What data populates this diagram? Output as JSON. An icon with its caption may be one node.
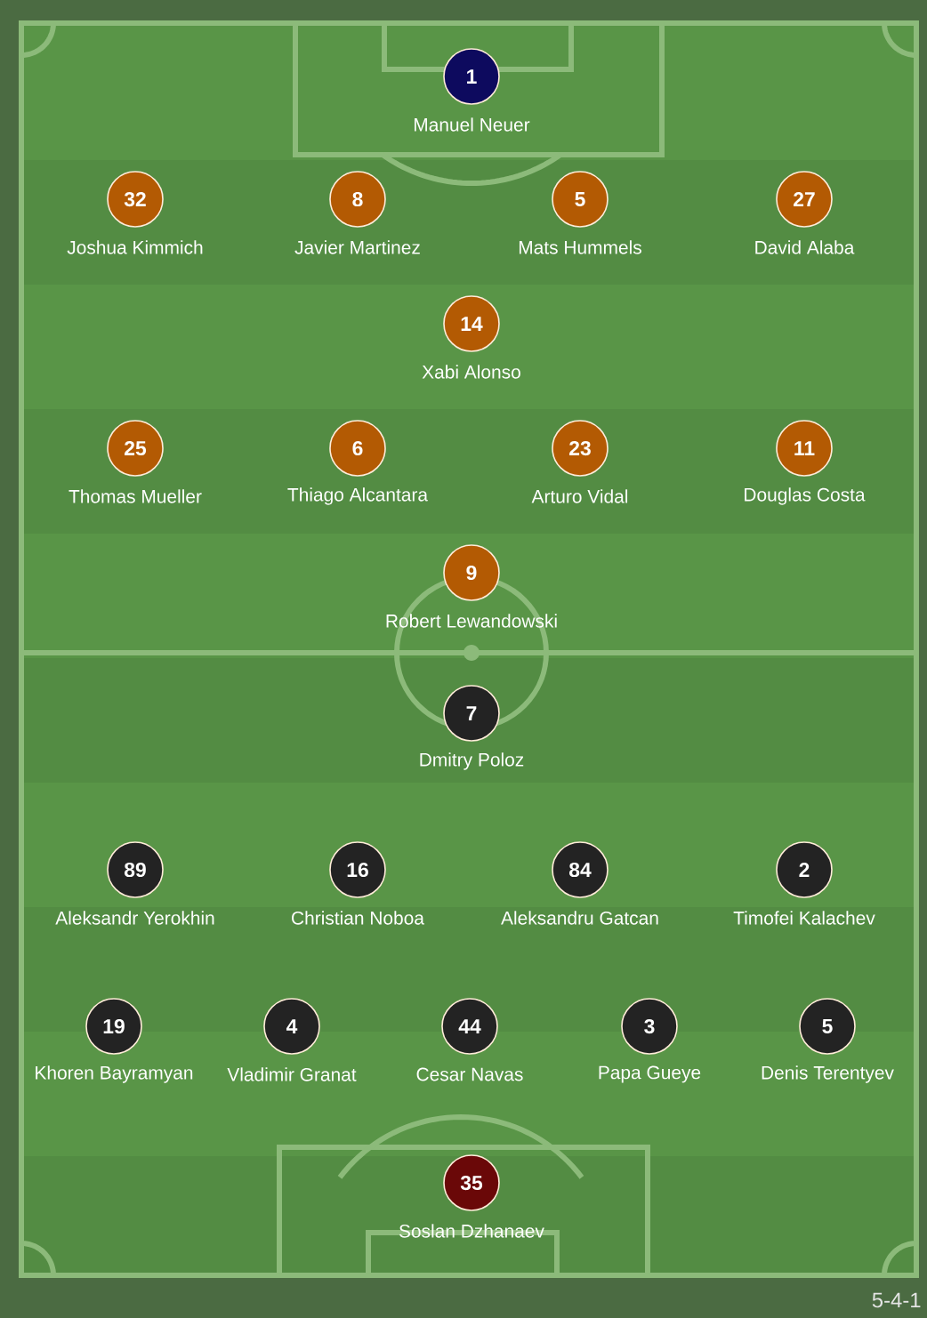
{
  "diagram": {
    "nodes": [
      {
        "text": [
          "1"
        ],
        "beside": [
          "Manuel Neuer"
        ]
      },
      {
        "text": [
          "32"
        ],
        "beside": [
          "Joshua Kimmich"
        ]
      },
      {
        "text": [
          "8"
        ],
        "beside": [
          "Javier Martinez"
        ]
      },
      {
        "text": [
          "5"
        ],
        "beside": [
          "Mats Hummels"
        ]
      },
      {
        "text": [
          "27"
        ],
        "beside": [
          "David Alaba"
        ]
      },
      {
        "text": [
          "14"
        ],
        "beside": [
          "Xabi Alonso"
        ]
      },
      {
        "text": [
          "25"
        ],
        "beside": [
          "Thomas Mueller"
        ]
      },
      {
        "text": [
          "6"
        ],
        "beside": [
          "Thiago Alcantara"
        ]
      },
      {
        "text": [
          "23"
        ],
        "beside": [
          "Arturo Vidal"
        ]
      },
      {
        "text": [
          "11"
        ],
        "beside": [
          "Douglas Costa"
        ]
      },
      {
        "text": [
          "9"
        ],
        "beside": [
          "Robert Lewandowski"
        ]
      },
      {
        "text": [
          "7"
        ],
        "beside": [
          "Dmitry Poloz"
        ]
      },
      {
        "text": [
          "89"
        ],
        "beside": [
          "Aleksandr Yerokhin"
        ]
      },
      {
        "text": [
          "16"
        ],
        "beside": [
          "Christian Noboa"
        ]
      },
      {
        "text": [
          "84"
        ],
        "beside": [
          "Aleksandru Gatcan"
        ]
      },
      {
        "text": [
          "2"
        ],
        "beside": [
          "Timofei Kalachev"
        ]
      },
      {
        "text": [
          "19"
        ],
        "beside": [
          "Khoren Bayramyan"
        ]
      },
      {
        "text": [
          "4"
        ],
        "beside": [
          "Vladimir Granat"
        ]
      },
      {
        "text": [
          "44"
        ],
        "beside": [
          "Cesar Navas"
        ]
      },
      {
        "text": [
          "3"
        ],
        "beside": [
          "Papa Gueye"
        ]
      },
      {
        "text": [
          "5"
        ],
        "beside": [
          "Denis Terentyev"
        ]
      },
      {
        "text": [
          "35"
        ],
        "beside": [
          "Soslan Dzhanaev"
        ]
      }
    ],
    "labels": [
      "5-4-1"
    ]
  }
}
